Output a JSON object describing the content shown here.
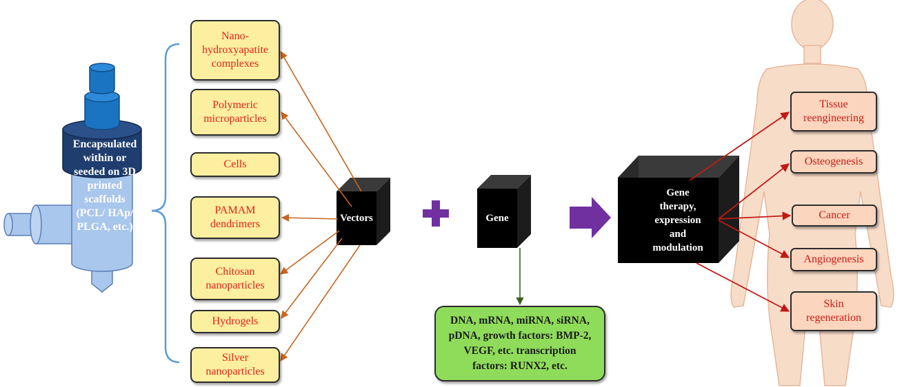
{
  "scaffold": {
    "label_lines": [
      "Encapsulated",
      "within or",
      "seeded on 3D",
      "printed",
      "scaffolds",
      "(PCL/ HAp/",
      "PLGA, etc.)"
    ]
  },
  "vectors": [
    {
      "id": "nano-hap",
      "lines": [
        "Nano-",
        "hydroxyapatite",
        "complexes"
      ]
    },
    {
      "id": "polymeric",
      "lines": [
        "Polymeric",
        "microparticles"
      ]
    },
    {
      "id": "cells",
      "lines": [
        "Cells"
      ]
    },
    {
      "id": "pamam",
      "lines": [
        "PAMAM",
        "dendrimers"
      ]
    },
    {
      "id": "chitosan",
      "lines": [
        "Chitosan",
        "nanoparticles"
      ]
    },
    {
      "id": "hydrogels",
      "lines": [
        "Hydrogels"
      ]
    },
    {
      "id": "silver",
      "lines": [
        "Silver",
        "nanoparticles"
      ]
    }
  ],
  "cubes": {
    "vectors": "Vectors",
    "gene": "Gene",
    "therapy_lines": [
      "Gene",
      "therapy,",
      "expression",
      "and",
      "modulation"
    ]
  },
  "plus_symbol": "+",
  "gene_types_lines": [
    "DNA, mRNA, miRNA, siRNA,",
    "pDNA, growth factors: BMP-2,",
    "VEGF, etc. transcription",
    "factors: RUNX2, etc."
  ],
  "outcomes": [
    {
      "id": "tissue",
      "lines": [
        "Tissue",
        "reengineering"
      ]
    },
    {
      "id": "osteogenesis",
      "lines": [
        "Osteogenesis"
      ]
    },
    {
      "id": "cancer",
      "lines": [
        "Cancer"
      ]
    },
    {
      "id": "angiogenesis",
      "lines": [
        "Angiogenesis"
      ]
    },
    {
      "id": "skin",
      "lines": [
        "Skin",
        "regeneration"
      ]
    }
  ],
  "colors": {
    "vector_box_fill": "#fcefa0",
    "vector_text": "#e8201c",
    "outcome_box_fill": "#fbd5bd",
    "vector_arrow": "#c8651f",
    "outcome_arrow": "#c01a16",
    "gene_arrow": "#3a5f1e",
    "bracket": "#5b9bd5",
    "purple": "#7030a0",
    "gene_box_fill": "#8fdc5a",
    "body_fill": "#f7dcc8"
  }
}
